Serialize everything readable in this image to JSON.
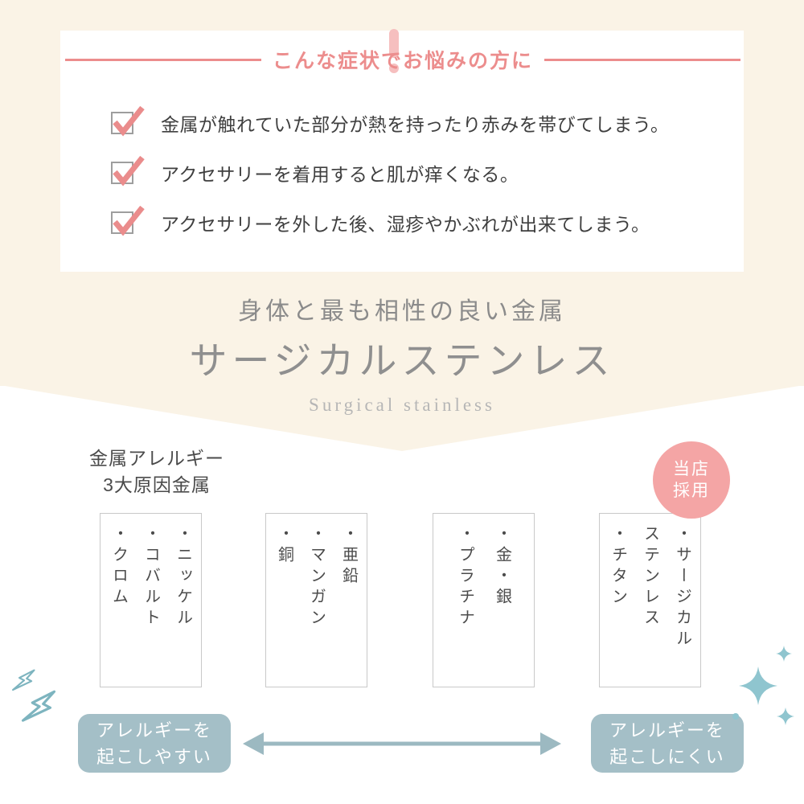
{
  "palette": {
    "cream": "#faf3e6",
    "accent_pink": "#ec8d8d",
    "pale_pink": "#f6bfbf",
    "badge_pink": "#f4a5a5",
    "pill_teal": "#a4bfc7",
    "deco_teal": "#84bac5",
    "text_dark": "#3f3f3f",
    "text_gray": "#8b8b8b",
    "text_light_gray": "#b6b6b6"
  },
  "symptoms": {
    "heading": "こんな症状でお悩みの方に",
    "items": [
      "金属が触れていた部分が熱を持ったり赤みを帯びてしまう。",
      "アクセサリーを着用すると肌が痒くなる。",
      "アクセサリーを外した後、湿疹やかぶれが出来てしまう。"
    ]
  },
  "hero": {
    "subtitle": "身体と最も相性の良い金属",
    "title": "サージカルステンレス",
    "subtitle_en": "Surgical stainless"
  },
  "comparison": {
    "left_label_line1": "金属アレルギー",
    "left_label_line2": "3大原因金属",
    "badge_line1": "当店",
    "badge_line2": "採用",
    "boxes": [
      {
        "items": [
          "・ニッケル",
          "・コバルト",
          "・クロム"
        ]
      },
      {
        "items": [
          "・亜鉛",
          "・マンガン",
          "・銅"
        ]
      },
      {
        "items": [
          "・金・銀",
          "・プラチナ"
        ]
      },
      {
        "items": [
          "・サージカル",
          "ステンレス",
          "・チタン"
        ]
      }
    ],
    "left_pill_line1": "アレルギーを",
    "left_pill_line2": "起こしやすい",
    "right_pill_line1": "アレルギーを",
    "right_pill_line2": "起こしにくい"
  }
}
